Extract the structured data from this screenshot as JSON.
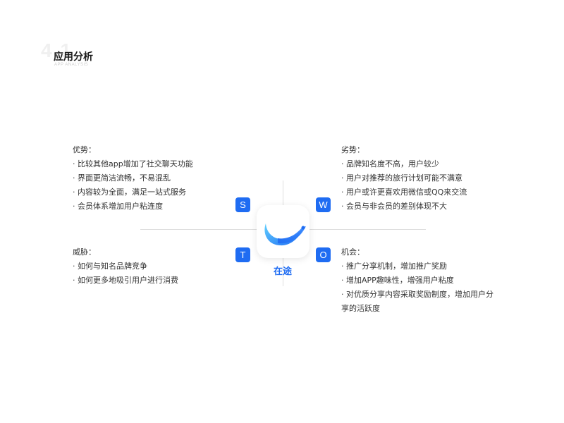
{
  "header": {
    "number": "4.1",
    "title": "应用分析",
    "subtitle": "APP ANALYSIS"
  },
  "swot": {
    "strengths": {
      "letter": "S",
      "title": "优势：",
      "items": [
        "· 比较其他app增加了社交聊天功能",
        "· 界面更简洁流畅，不易混乱",
        "· 内容较为全面，满足一站式服务",
        "· 会员体系增加用户粘连度"
      ]
    },
    "weaknesses": {
      "letter": "W",
      "title": "劣势：",
      "items": [
        "· 品牌知名度不高，用户较少",
        "· 用户对推荐的旅行计划可能不满意",
        "· 用户或许更喜欢用微信或QQ来交流",
        "· 会员与非会员的差别体现不大"
      ]
    },
    "threats": {
      "letter": "T",
      "title": "威胁：",
      "items": [
        "· 如何与知名品牌竞争",
        "· 如何更多地吸引用户进行消费"
      ]
    },
    "opportunities": {
      "letter": "O",
      "title": "机会：",
      "items": [
        "· 推广分享机制，增加推广奖励",
        "· 增加APP趣味性，增强用户粘度",
        "· 对优质分享内容采取奖励制度，增加用户分享的活跃度"
      ]
    }
  },
  "app": {
    "name": "在途",
    "icon": "blue-swoosh-logo-icon"
  },
  "colors": {
    "accent": "#1f6cf2",
    "text": "#333333",
    "divider": "#dedede"
  }
}
